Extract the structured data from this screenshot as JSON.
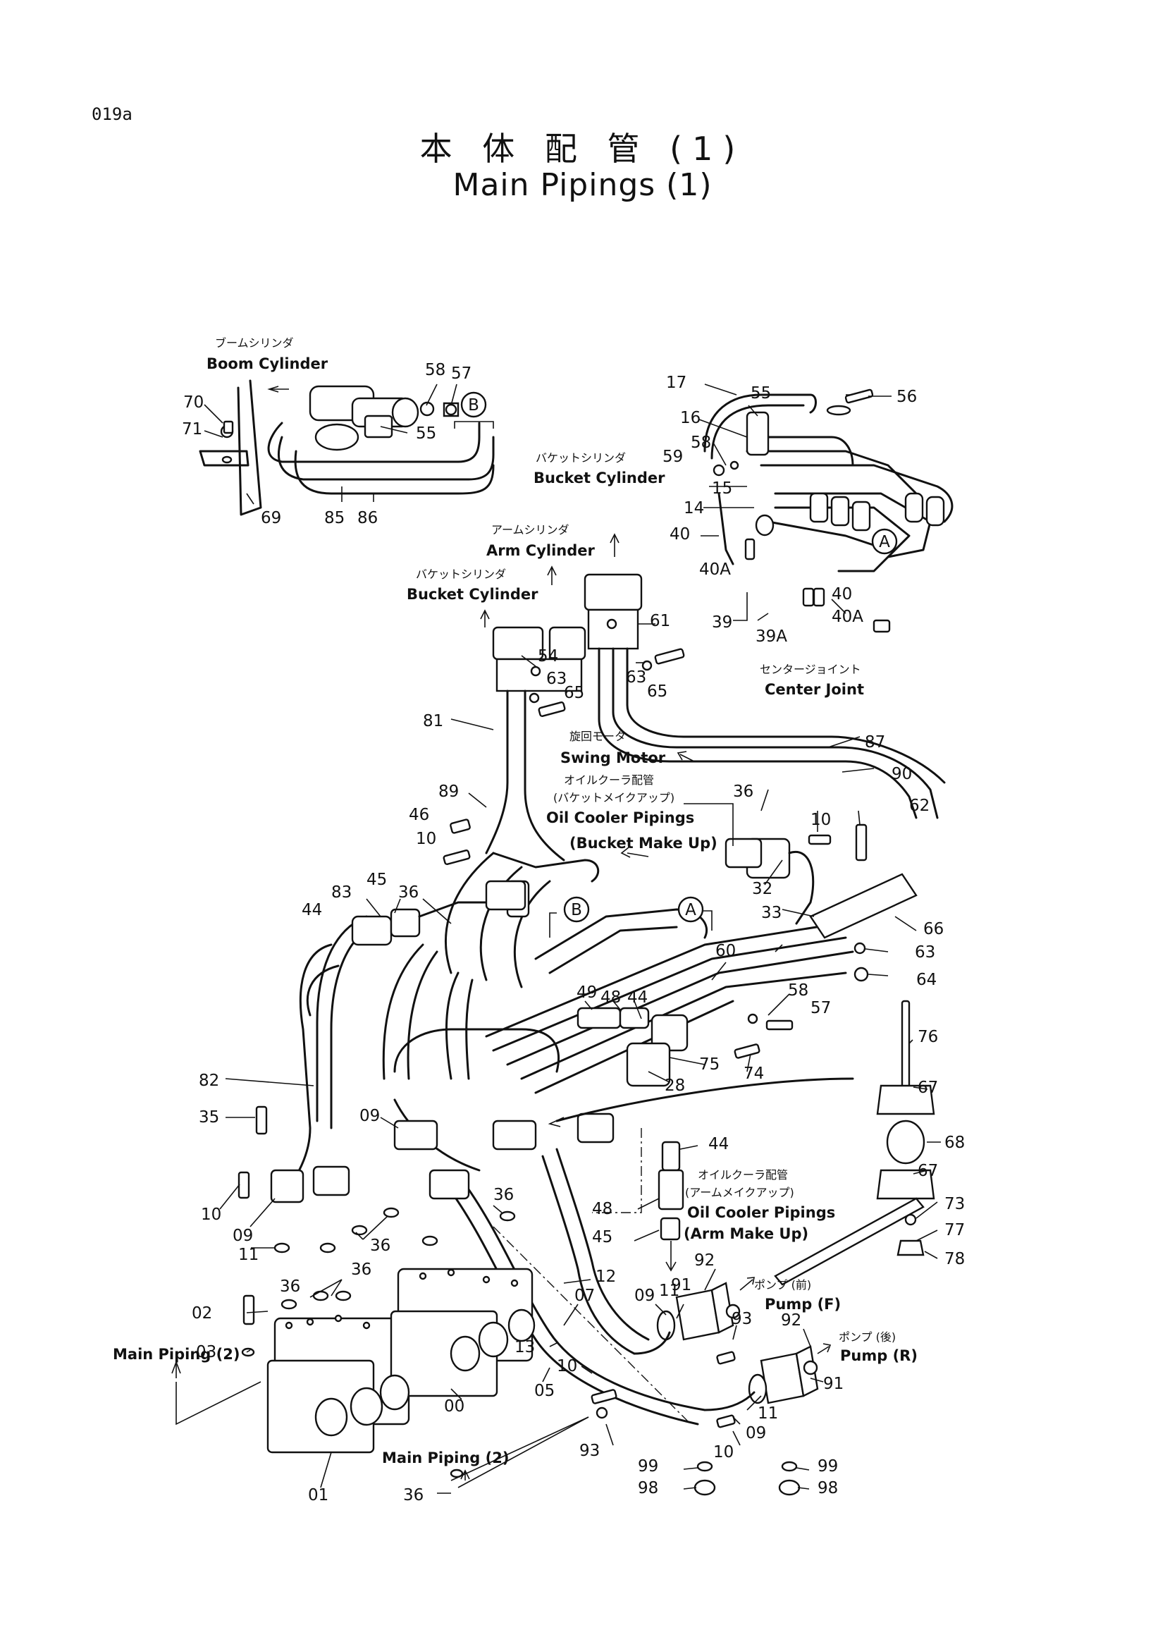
{
  "page_code": "019a",
  "title_jp": "本 体 配 管 (1)",
  "title_en": "Main Pipings (1)",
  "captions": {
    "boom_jp": "ブームシリンダ",
    "boom_en": "Boom Cylinder",
    "bucket1_jp": "バケットシリンダ",
    "bucket1_en": "Bucket Cylinder",
    "arm_jp": "アームシリンダ",
    "arm_en": "Arm Cylinder",
    "bucket2_jp": "バケットシリンダ",
    "bucket2_en": "Bucket Cylinder",
    "center_jp": "センタージョイント",
    "center_en": "Center Joint",
    "swing_jp": "旋回モータ",
    "swing_en": "Swing Motor",
    "oil1_jp1": "オイルクーラ配管",
    "oil1_jp2": "(バケットメイクアップ)",
    "oil1_en1": "Oil Cooler Pipings",
    "oil1_en2": "(Bucket Make Up)",
    "oil2_jp1": "オイルクーラ配管",
    "oil2_jp2": "(アームメイクアップ)",
    "oil2_en1": "Oil Cooler Pipings",
    "oil2_en2": "(Arm Make Up)",
    "pumpf_jp": "ポンプ (前)",
    "pumpf_en": "Pump (F)",
    "pumpr_jp": "ポンプ (後)",
    "pumpr_en": "Pump (R)",
    "mp_left": "Main Piping (2)",
    "mp_bottom": "Main Piping (2)"
  },
  "callouts": {
    "A1": "A",
    "A2": "A",
    "B1": "B",
    "B2": "B"
  },
  "parts": {
    "p70": "70",
    "p71": "71",
    "p69": "69",
    "p85": "85",
    "p86": "86",
    "p55a": "55",
    "p58a": "58",
    "p57a": "57",
    "p17": "17",
    "p55b": "55",
    "p56": "56",
    "p16": "16",
    "p58b": "58",
    "p59": "59",
    "p15": "15",
    "p14": "14",
    "p40a": "40",
    "p40A1": "40A",
    "p40b": "40",
    "p40A2": "40A",
    "p39": "39",
    "p39A": "39A",
    "p61": "61",
    "p54": "54",
    "p63a": "63",
    "p65a": "65",
    "p63b": "63",
    "p65b": "65",
    "p81": "81",
    "p87": "87",
    "p90": "90",
    "p89": "89",
    "p36a": "36",
    "p10a": "10",
    "p62": "62",
    "p46": "46",
    "p10b": "10",
    "p83": "83",
    "p45a": "45",
    "p36b": "36",
    "p44a": "44",
    "p32": "32",
    "p33": "33",
    "p66": "66",
    "p60": "60",
    "p63c": "63",
    "p64": "64",
    "p49": "49",
    "p48a": "48",
    "p44b": "44",
    "p58c": "58",
    "p57b": "57",
    "p76": "76",
    "p75": "75",
    "p74": "74",
    "p28": "28",
    "p82": "82",
    "p67a": "67",
    "p35": "35",
    "p09a": "09",
    "p68": "68",
    "p44c": "44",
    "p67b": "67",
    "p36c": "36",
    "p10c": "10",
    "p73": "73",
    "p48b": "48",
    "p09b": "09",
    "p11a": "11",
    "p36d": "36",
    "p36e": "36",
    "p77": "77",
    "p45b": "45",
    "p78": "78",
    "p12": "12",
    "p92a": "92",
    "p36f": "36",
    "p91a": "91",
    "p02": "02",
    "p07": "07",
    "p09c": "09",
    "p11b": "11",
    "p93a": "93",
    "p92b": "92",
    "p03": "03",
    "p13": "13",
    "p91b": "91",
    "p10d": "10",
    "p05": "05",
    "p00": "00",
    "p11c": "11",
    "p09d": "09",
    "p93b": "93",
    "p10e": "10",
    "p99a": "99",
    "p99b": "99",
    "p98a": "98",
    "p98b": "98",
    "p01": "01",
    "p36g": "36"
  }
}
